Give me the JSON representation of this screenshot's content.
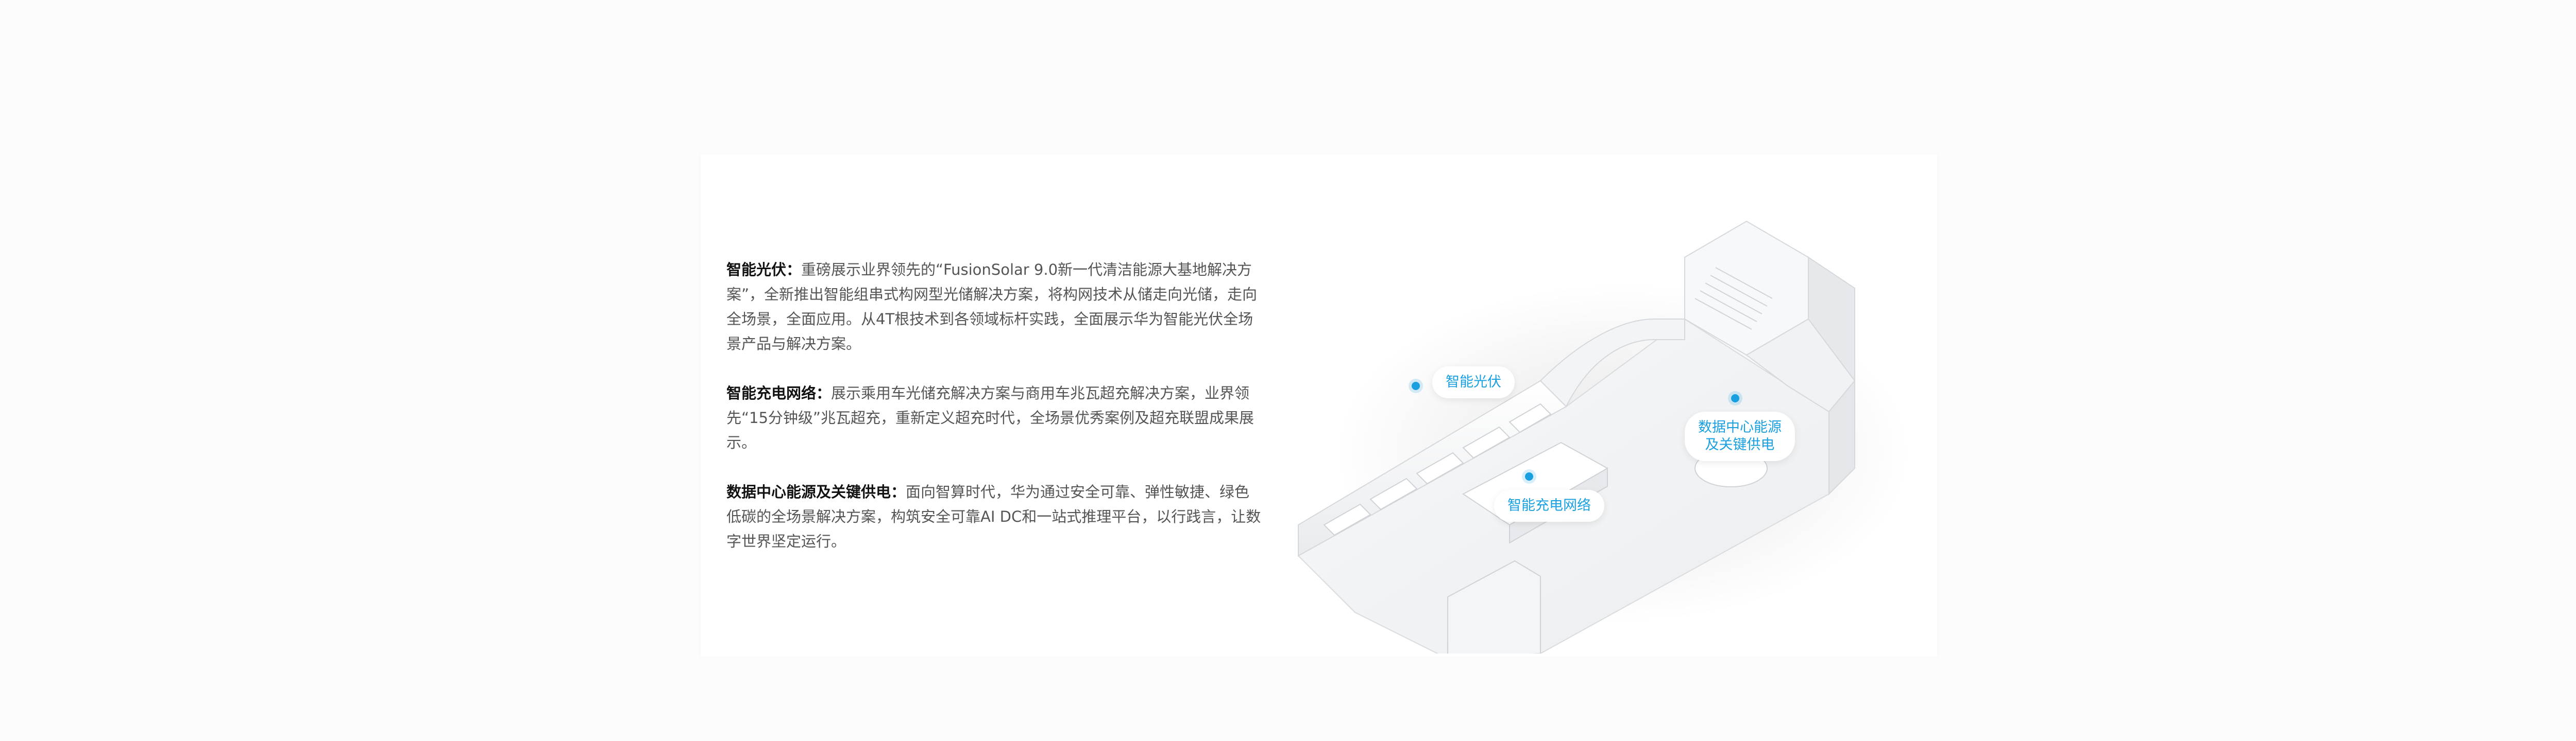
{
  "sections": [
    {
      "title": "智能光伏：",
      "body": "重磅展示业界领先的“FusionSolar 9.0新一代清洁能源大基地解决方案”，全新推出智能组串式构网型光储解决方案，将构网技术从储走向光储，走向全场景，全面应用。从4T根技术到各领域标杆实践，全面展示华为智能光伏全场景产品与解决方案。"
    },
    {
      "title": "智能充电网络：",
      "body": "展示乘用车光储充解决方案与商用车兆瓦超充解决方案，业界领先“15分钟级”兆瓦超充，重新定义超充时代，全场景优秀案例及超充联盟成果展示。"
    },
    {
      "title": "数据中心能源及关键供电：",
      "body": "面向智算时代，华为通过安全可靠、弹性敏捷、绿色低碳的全场景解决方案，构筑安全可靠AI DC和一站式推理平台，以行践言，让数字世界坚定运行。"
    }
  ],
  "illustration": {
    "labels": {
      "pv": "智能光伏",
      "charging": "智能充电网络",
      "datacenter_line1": "数据中心能源",
      "datacenter_line2": "及关键供电"
    },
    "accent_color": "#1aa0e0"
  }
}
